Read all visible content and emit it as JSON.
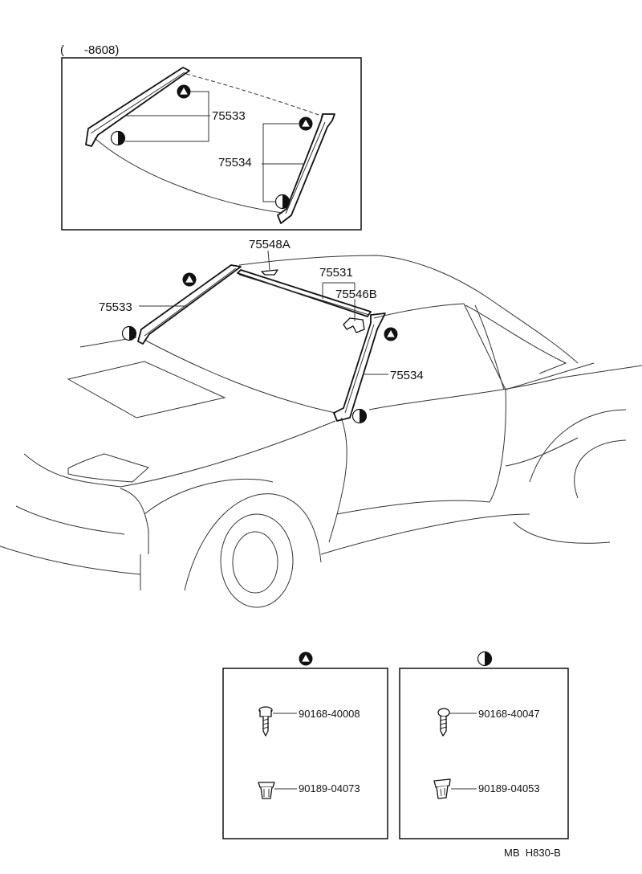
{
  "header": {
    "range_note": "(      -8608)"
  },
  "labels": {
    "inset_75533": "75533",
    "inset_75534": "75534",
    "main_75548a": "75548A",
    "main_75531": "75531",
    "main_75546b": "75546B",
    "main_75533": "75533",
    "main_75534": "75534"
  },
  "legend": {
    "triangle_box": {
      "symbol": "triangle-in-circle-icon",
      "parts": [
        "90168-40008",
        "90189-04073"
      ]
    },
    "halfcircle_box": {
      "symbol": "half-filled-circle-icon",
      "parts": [
        "90168-40047",
        "90189-04053"
      ]
    }
  },
  "footer": {
    "code": "MB  H830-B"
  },
  "colors": {
    "ink": "#111111",
    "paper": "#ffffff"
  }
}
